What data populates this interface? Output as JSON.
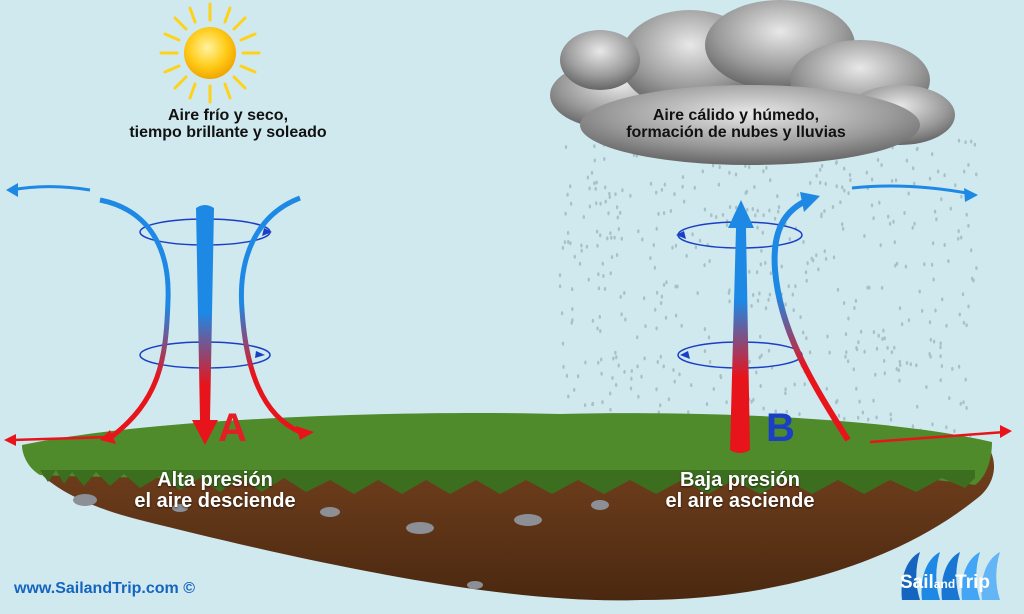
{
  "high_pressure": {
    "caption_line1": "Aire frío y seco,",
    "caption_line2": "tiempo brillante y soleado",
    "letter": "A",
    "letter_color": "#e31e24",
    "ground_line1": "Alta presión",
    "ground_line2": "el aire desciende"
  },
  "low_pressure": {
    "caption_line1": "Aire cálido y húmedo,",
    "caption_line2": "formación de nubes y lluvias",
    "letter": "B",
    "letter_color": "#1a3fc4",
    "ground_line1": "Baja presión",
    "ground_line2": "el aire asciende"
  },
  "footer": {
    "website": "www.SailandTrip.com ©",
    "logo_main": "Sail",
    "logo_small": "and",
    "logo_end": "Trip"
  },
  "colors": {
    "cold_air": "#1e88e5",
    "warm_air": "#e8141b",
    "grass": "#4f8a2b",
    "soil": "#6b3d1c",
    "sky": "#cfe9ef"
  },
  "icons": [
    "sun-icon",
    "cloud-icon",
    "rain-drops",
    "circulation-arrows"
  ]
}
